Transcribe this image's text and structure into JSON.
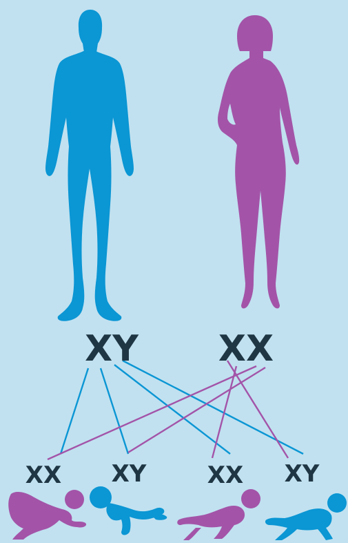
{
  "colors": {
    "background": "#c1e1f0",
    "male": "#0b96d4",
    "female": "#a354a8",
    "text": "#1f3644"
  },
  "parents": [
    {
      "id": "father",
      "chromosomes": "XY",
      "color": "male"
    },
    {
      "id": "mother",
      "chromosomes": "XX",
      "color": "female"
    }
  ],
  "offspring": [
    {
      "chromosomes": "XX",
      "color": "female"
    },
    {
      "chromosomes": "XY",
      "color": "male"
    },
    {
      "chromosomes": "XX",
      "color": "female"
    },
    {
      "chromosomes": "XY",
      "color": "male"
    }
  ],
  "inheritance_lines": [
    {
      "from": "father",
      "to": 0,
      "color": "male"
    },
    {
      "from": "father",
      "to": 1,
      "color": "male"
    },
    {
      "from": "father",
      "to": 2,
      "color": "male"
    },
    {
      "from": "father",
      "to": 3,
      "color": "male"
    },
    {
      "from": "mother",
      "to": 0,
      "color": "female"
    },
    {
      "from": "mother",
      "to": 1,
      "color": "female"
    },
    {
      "from": "mother",
      "to": 2,
      "color": "female"
    },
    {
      "from": "mother",
      "to": 3,
      "color": "female"
    }
  ]
}
